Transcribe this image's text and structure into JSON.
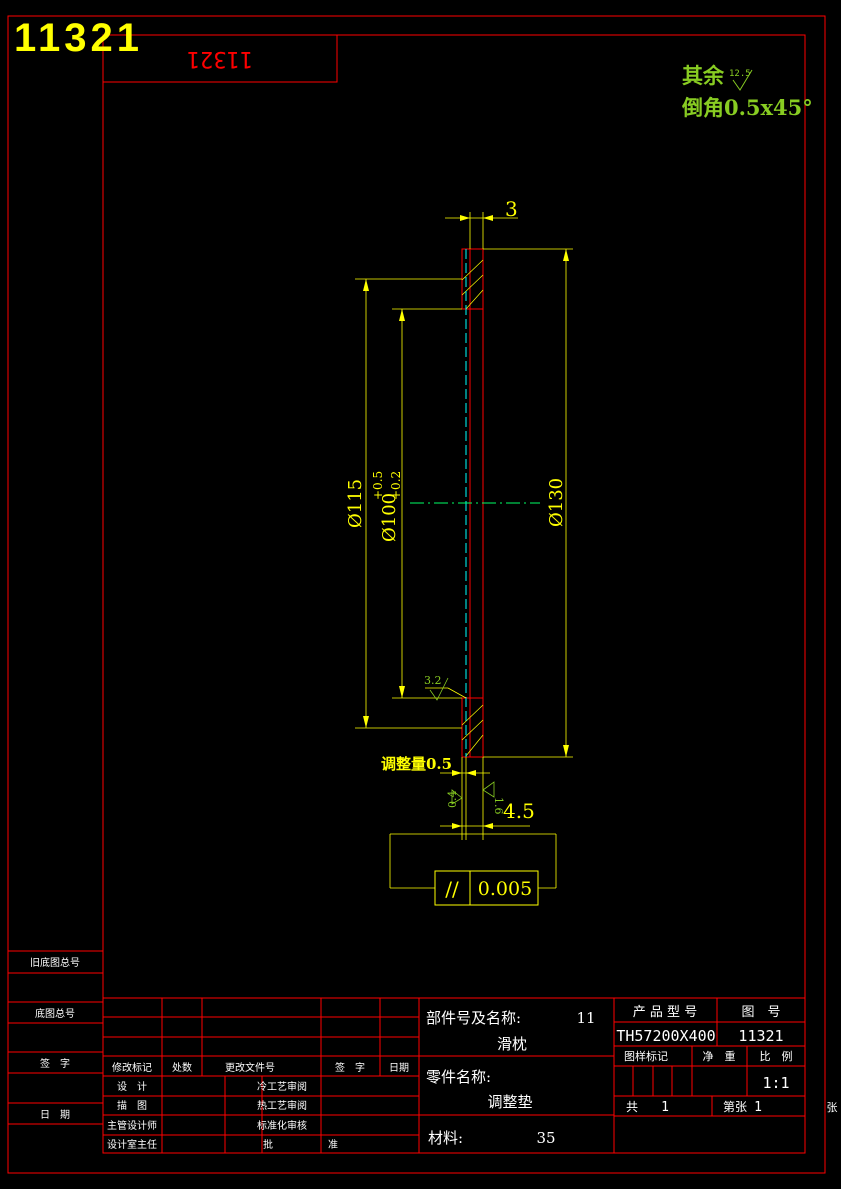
{
  "drawing_number_big": "11321",
  "drawing_number_mirrored": "11321",
  "notes": {
    "rest_prefix": "其余",
    "rest_roughness": "12.5",
    "chamfer": "倒角0.5x45°"
  },
  "dimensions": {
    "thickness": "3",
    "d115": "Ø115",
    "d100": "Ø100",
    "d100_tol_upper": "+0.5",
    "d100_tol_lower": "+0.2",
    "d130": "Ø130",
    "roughness_inner": "3.2",
    "adjust": "调整量0.5",
    "roughness_left": "0.4",
    "roughness_right": "1.6",
    "overall_thickness": "4.5",
    "parallelism_symbol": "//",
    "parallelism_value": "0.005"
  },
  "left_strip": {
    "old_drawing_no": "旧底图总号",
    "base_drawing_no": "底图总号",
    "signature": "签　字",
    "date": "日　期"
  },
  "title_block": {
    "rev_mark": "修改标记",
    "count": "处数",
    "change_doc": "更改文件号",
    "sign": "签　字",
    "date": "日期",
    "design": "设　计",
    "process_review": "冷工艺审阅",
    "drawing": "描　图",
    "hot_process_review": "热工艺审阅",
    "chief_designer": "主管设计师",
    "standard_review": "标准化审核",
    "design_office_head": "设计室主任",
    "approve": "批",
    "approve2": "准",
    "part_group_label": "部件号及名称:",
    "part_group_no": "11",
    "part_group_name": "滑枕",
    "part_name_label": "零件名称:",
    "part_name": "调整垫",
    "material_label": "材料:",
    "material": "35",
    "product_model_label": "产 品 型 号",
    "drawing_no_label": "图　号",
    "product_model": "TH57200X400",
    "drawing_no": "11321",
    "drawing_mark": "图样标记",
    "net_weight": "净　重",
    "scale_label": "比　例",
    "scale": "1:1",
    "total_label": "共",
    "total": "1",
    "sheet_label": "第张",
    "sheet": "1",
    "zhang": "张"
  },
  "colors": {
    "frame": "#ff0000",
    "dimension": "#ffff00",
    "title_text": "#ffffff",
    "note_green": "#88cc22",
    "centerline": "#00ff66",
    "axis": "#00ffff",
    "big_number": "#ffff00"
  }
}
